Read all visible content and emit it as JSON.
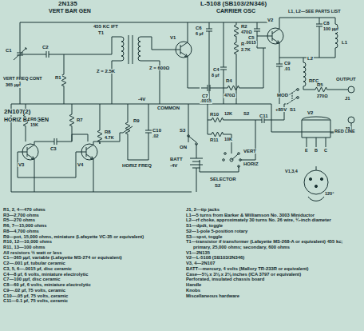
{
  "diagram": {
    "labels": [
      "2N135",
      "VERT BAR GEN",
      "L-5108 (SB103/2N346)",
      "CARRIER OSC",
      "L1, L2—SEE PARTS LIST",
      "455 KC IFT",
      "T1",
      "V1",
      "Z = 600Ω",
      "Z = 2.5K",
      "C1",
      "C2",
      "R1",
      "VERT FREQ CONT",
      "365 µµf",
      "C6",
      "6 µf",
      "C4",
      "8 µf",
      "R2",
      "470Ω",
      "R3",
      "2.7K",
      "C5",
      ".0015",
      "C7",
      ".0015",
      "R4",
      "470Ω",
      "V2",
      "C8",
      "100 µµf",
      "L1",
      "C9",
      ".01",
      "L2",
      "RFC",
      "R5",
      "270Ω",
      "OUTPUT",
      "J1",
      "J2",
      "-4V",
      "+85V",
      "R10",
      "12K",
      "R11",
      "10K",
      "S2",
      "COMMON",
      "2N107(2)",
      "HORIZ BAR GEN",
      "R6",
      "15K",
      "C3",
      "R7",
      "R8",
      "4.7K",
      "R9",
      "C10",
      ".02",
      "V3",
      "V4",
      "HORIZ FREQ",
      "S3",
      "ON",
      "BATT",
      "-4V",
      "SELECTOR",
      "S2",
      "MOD",
      "S1",
      "HORIZ",
      "VERT",
      "C11",
      "V2",
      "E",
      "B",
      "C",
      "RED LINE",
      "V1,3,4",
      "120°",
      "R1, 2, 4—470 ohms",
      "R3—2,700 ohms",
      "R5—270 ohms",
      "R6, 7—15,000 ohms",
      "R8—4,700 ohms",
      "R9—pot, 15,000 ohms, miniature (Lafayette VC-35 or equivalent)",
      "R10, 12—10,000 ohms",
      "R11, 13—100 ohms",
      "All resistors ½ watt or less",
      "C1—365 µµf, variable (Lafayette MS-274 or equivalent)",
      "C2—.001 µf, tubular ceramic",
      "C3, 5, 6—.0015 µf, disc ceramic",
      "C4—8 µf, 6 volts, miniature electrolytic",
      "C7—100 µµf, disc ceramic",
      "C8—60 µf, 6 volts, miniature electrolytic",
      "C9—.02 µf, 75 volts, ceramic",
      "C10—.05 µf, 75 volts, ceramic",
      "C11—0.1 µf, 75 volts, ceramic",
      "J1, 2—tip jacks",
      "L1—5 turns from Barker & Williamson No. 3003 Miniductor",
      "L2—rf choke, approximately 30 turns No. 26 wire, ¼-inch diameter",
      "S1—dpdt, toggle",
      "S2—1-pole 5-position rotary",
      "S3—spst, toggle",
      "T1—transistor if transformer (Lafayette MS-268-A or equivalent) 455 kc; primary, 25,000 ohms; secondary, 600 ohms",
      "V1—2N135",
      "V2—L-5108 (SB103/2N346)",
      "V3, 4—2N107",
      "BATT—mercury, 4 volts (Mallory TR-233R or equivalent)",
      "Case—5⅛ x 3⅛ x 2⅛ inches (ICA 3797 or equivalent)",
      "Perforated, insulated chassis board",
      "Handle",
      "Knobs",
      "Miscellaneous hardware"
    ]
  }
}
